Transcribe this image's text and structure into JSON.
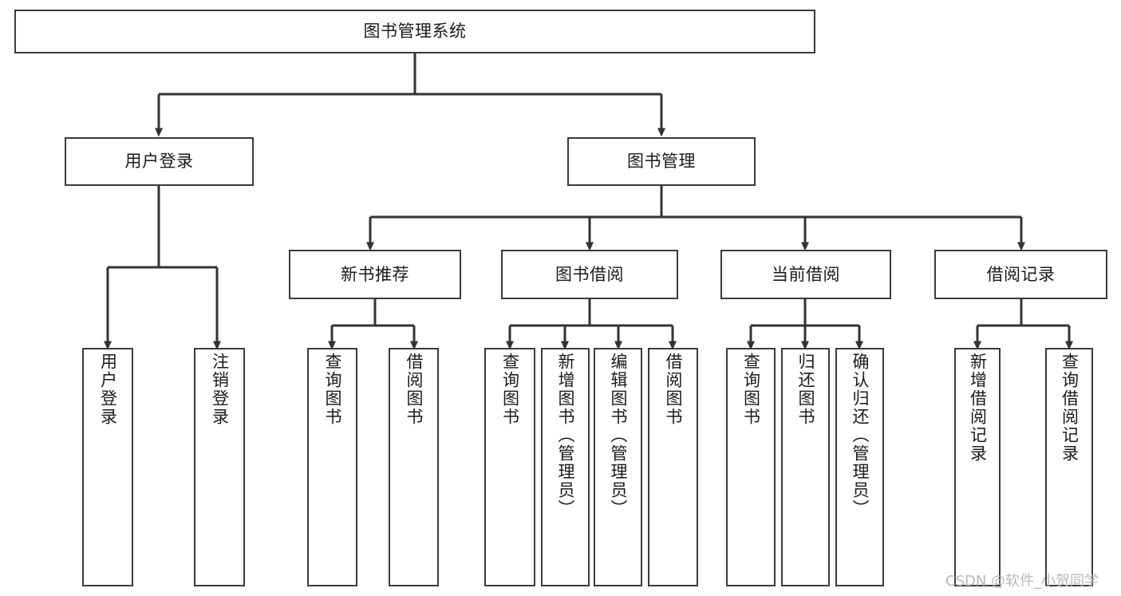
{
  "diagram": {
    "type": "tree-hierarchy",
    "title": "图书管理系统",
    "orientation": "top-down",
    "watermark": "CSDN @软件_小贺同学",
    "colors": {
      "box_border": "#3b3b3b",
      "box_fill": "#ffffff",
      "connector": "#333333",
      "text": "#1a1a1a",
      "watermark": "#b8b8b8",
      "background": "#ffffff"
    },
    "nodes": {
      "root": {
        "label": "图书管理系统"
      },
      "level2": [
        {
          "label": "用户登录"
        },
        {
          "label": "图书管理"
        }
      ],
      "level3": [
        {
          "label": "新书推荐"
        },
        {
          "label": "图书借阅"
        },
        {
          "label": "当前借阅"
        },
        {
          "label": "借阅记录"
        }
      ],
      "leaves": {
        "user_login": [
          {
            "label": "用户登录"
          },
          {
            "label": "注销登录"
          }
        ],
        "new_book_recommend": [
          {
            "label": "查询图书"
          },
          {
            "label": "借阅图书"
          }
        ],
        "book_borrow": [
          {
            "label": "查询图书"
          },
          {
            "label": "新增图书（管理员）"
          },
          {
            "label": "编辑图书（管理员）"
          },
          {
            "label": "借阅图书"
          }
        ],
        "current_borrow": [
          {
            "label": "查询图书"
          },
          {
            "label": "归还图书"
          },
          {
            "label": "确认归还（管理员）"
          }
        ],
        "borrow_record": [
          {
            "label": "新增借阅记录"
          },
          {
            "label": "查询借阅记录"
          }
        ]
      }
    }
  }
}
